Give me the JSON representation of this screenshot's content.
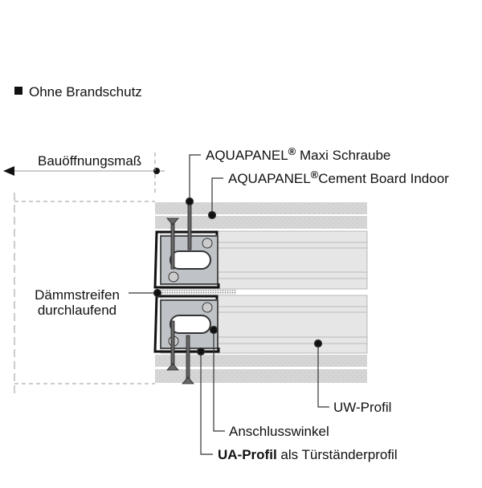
{
  "heading": {
    "icon": "square-bullet-icon",
    "text": "Ohne Brandschutz"
  },
  "labels": {
    "opening": "Bauöffnungsmaß",
    "screw_brand": "AQUAPANEL",
    "screw_reg": "®",
    "screw_rest": " Maxi Schraube",
    "board_brand": "AQUAPANEL",
    "board_reg": "®",
    "board_rest": "Cement Board Indoor",
    "strip_line1": "Dämmstreifen",
    "strip_line2": "durchlaufend",
    "uw": "UW-Profil",
    "angle": "Anschlusswinkel",
    "ua_bold": "UA-Profil",
    "ua_rest": " als Türständerprofil"
  },
  "colors": {
    "board": "#d9d9d9",
    "profile": "#e6e6e6",
    "bracket": "#bfc3c7",
    "line": "#111111"
  }
}
